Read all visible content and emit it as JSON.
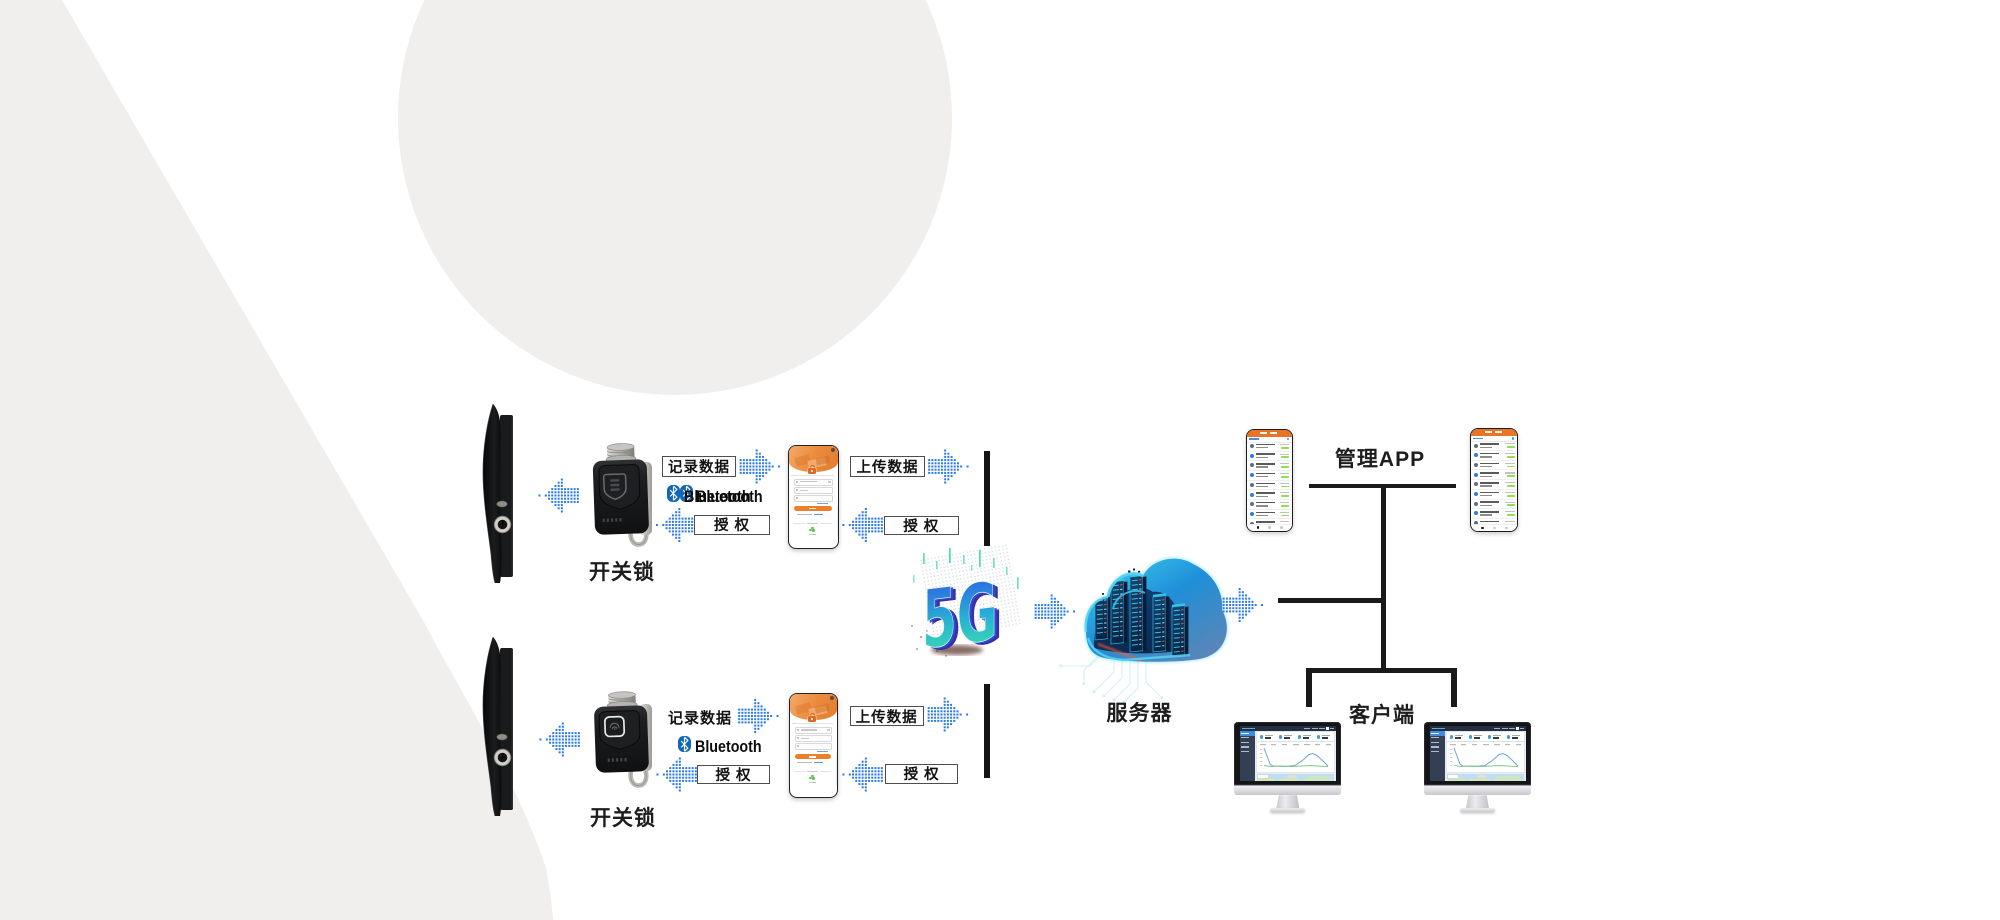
{
  "background": {
    "shape_color": "#f0efee",
    "canvas_color": "#ffffff"
  },
  "colors": {
    "arrow_blue": "#2b7ae6",
    "box_border": "#4e4e4e",
    "label_dark": "#1d1d1d",
    "app_orange": "#e87c2e",
    "badge_green": "#8fdf57",
    "bluetooth_blue": "#0f62ad",
    "divider_black": "#141414",
    "five_g_gradient_top": "#3050e0",
    "five_g_gradient_bottom": "#3fe3a0",
    "cloud_blue": "#1f8fd8"
  },
  "row1": {
    "lock_label": "开关锁",
    "record_box_label": "记录数据",
    "bluetooth_label": "Bluetooth",
    "bluetooth_ghost_label": "Bluetooth",
    "authorize_left_label": "授 权",
    "upload_box_label": "上传数据",
    "authorize_right_label": "授 权"
  },
  "row2": {
    "lock_label": "开关锁",
    "record_text_label": "记录数据",
    "bluetooth_label": "Bluetooth",
    "authorize_left_label": "授 权",
    "upload_box_label": "上传数据",
    "authorize_right_label": "授 权"
  },
  "hub": {
    "five_g_label": "5G",
    "server_label": "服务器"
  },
  "clients": {
    "mgmt_app_label": "管理APP",
    "client_label": "客户端",
    "phone_rows": [
      {
        "icon": "slate"
      },
      {
        "icon": "blue"
      },
      {
        "icon": "slate"
      },
      {
        "icon": "blue"
      },
      {
        "icon": "slate"
      },
      {
        "icon": "blue"
      },
      {
        "icon": "slate"
      },
      {
        "icon": "blue"
      },
      {
        "icon": "slate"
      },
      {
        "icon": "blue"
      }
    ],
    "monitor_sidebar_items": 4,
    "monitor_stat_cells": 4
  }
}
